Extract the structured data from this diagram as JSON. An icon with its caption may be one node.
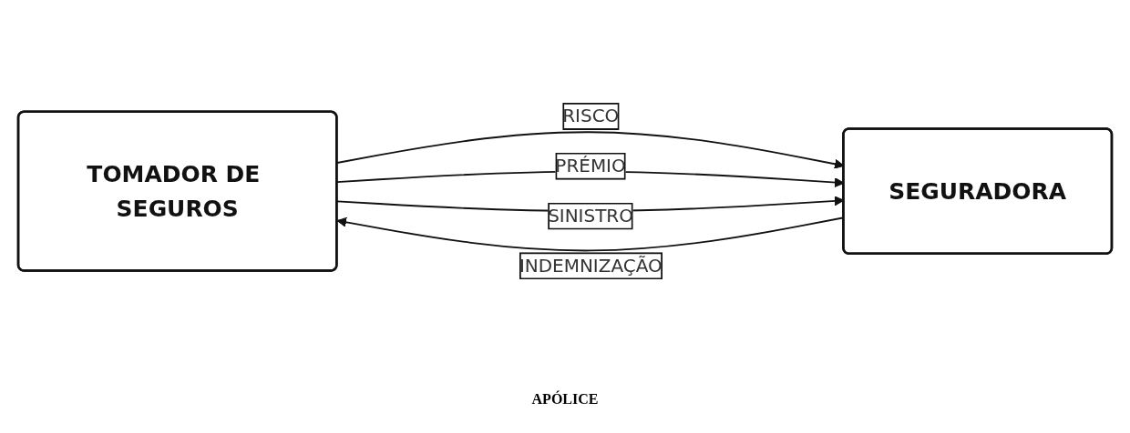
{
  "diagram": {
    "nodes": [
      {
        "text": [
          "TOMADOR DE SEGUROS"
        ]
      },
      {
        "text": [
          "SEGURADORA"
        ]
      }
    ],
    "edges": [
      {
        "from": 0,
        "to": 1,
        "arrow": "to",
        "label": "RISCO"
      },
      {
        "from": 0,
        "to": 1,
        "arrow": "to",
        "label": "PRÉMIO"
      },
      {
        "from": 0,
        "to": 1,
        "arrow": "to",
        "label": "SINISTRO"
      },
      {
        "from": 1,
        "to": 0,
        "arrow": "to",
        "label": "INDEMNIZAÇÃO"
      }
    ],
    "labels": [
      "APÓLICE"
    ]
  }
}
